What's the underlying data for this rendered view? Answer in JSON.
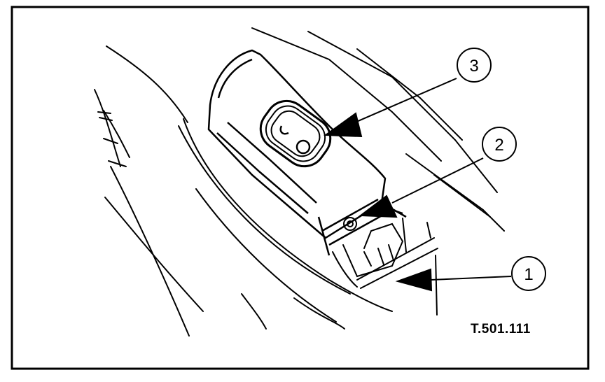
{
  "figure": {
    "reference_code": "T.501.111",
    "callouts": [
      {
        "number": "1",
        "target": "switch-housing-clip"
      },
      {
        "number": "2",
        "target": "retaining-screw"
      },
      {
        "number": "3",
        "target": "window-switch-button"
      }
    ]
  }
}
